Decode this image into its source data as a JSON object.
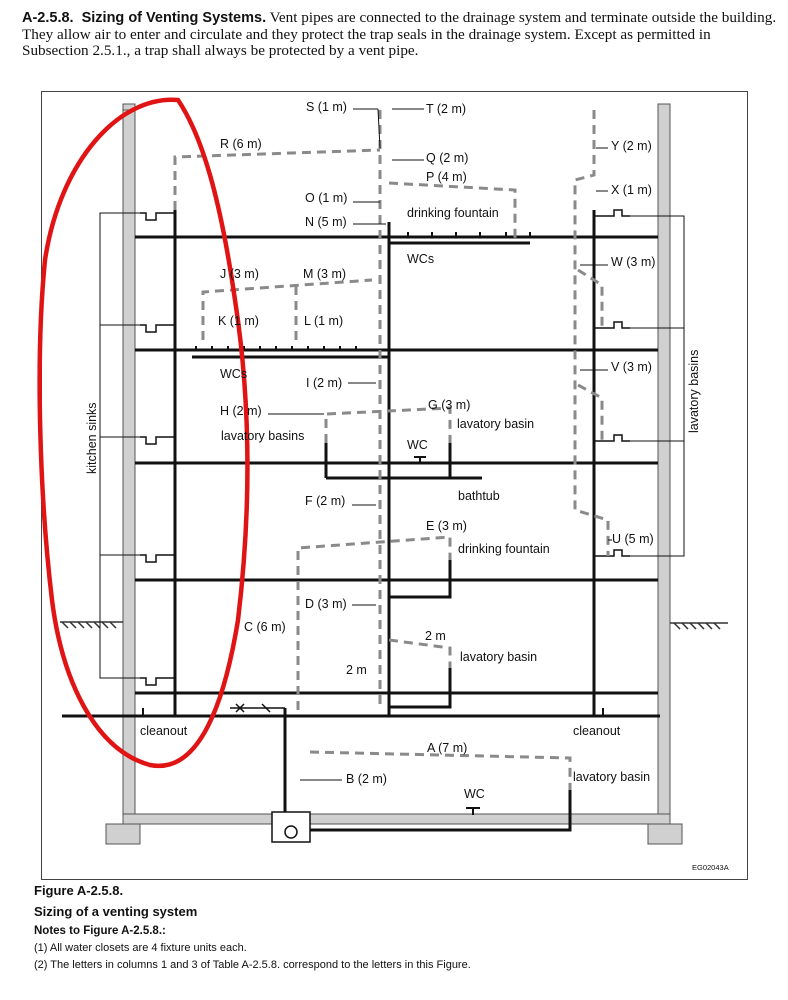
{
  "intro": {
    "number": "A-2.5.8.",
    "heading": "Sizing of Venting Systems.",
    "text": "Vent pipes are connected to the drainage system and terminate outside the building. They allow air to enter and circulate and they protect the trap seals in the drainage system. Except as permitted in Subsection 2.5.1., a trap shall always be protected by a vent pipe."
  },
  "labels": {
    "S": "S (1 m)",
    "T": "T (2 m)",
    "R": "R (6 m)",
    "Q": "Q (2 m)",
    "P": "P (4 m)",
    "O": "O (1 m)",
    "N": "N (5 m)",
    "Y": "Y (2 m)",
    "X": "X (1 m)",
    "W": "W (3 m)",
    "J": "J (3 m)",
    "M": "M (3 m)",
    "K": "K (1 m)",
    "L": "L (1 m)",
    "I": "I (2 m)",
    "V": "V (3 m)",
    "H": "H (2 m)",
    "G": "G (3 m)",
    "F": "F (2 m)",
    "E": "E (3 m)",
    "U": "U (5 m)",
    "D": "D (3 m)",
    "C": "C (6 m)",
    "A": "A (7 m)",
    "B": "B (2 m)",
    "two_m_1": "2 m",
    "two_m_2": "2 m",
    "drinking_fountain_top": "drinking fountain",
    "wcs_top": "WCs",
    "wcs_left": "WCs",
    "lavatory_basins_left": "lavatory basins",
    "lavatory_basin_g": "lavatory basin",
    "wc_mid": "WC",
    "bathtub": "bathtub",
    "drinking_fountain_e": "drinking fountain",
    "lavatory_basin_low": "lavatory basin",
    "cleanout_left": "cleanout",
    "cleanout_right": "cleanout",
    "lavatory_basin_bottom": "lavatory basin",
    "wc_bottom": "WC",
    "kitchen_sinks": "kitchen sinks",
    "lavatory_basins_right": "lavatory basins",
    "figure_code": "EG02043A"
  },
  "caption": {
    "figure_number": "Figure A-2.5.8.",
    "figure_title": "Sizing of a venting system",
    "notes_heading": "Notes to Figure A-2.5.8.:",
    "note1": "(1)  All water closets are 4 fixture units each.",
    "note2": "(2)  The letters in columns 1 and 3 of Table A-2.5.8. correspond to the letters in this Figure."
  },
  "colors": {
    "pipe": "#111111",
    "vent_dashed": "#8a8a8a",
    "wall_fill": "#d0d0d0",
    "annotation_red": "#e01414"
  }
}
